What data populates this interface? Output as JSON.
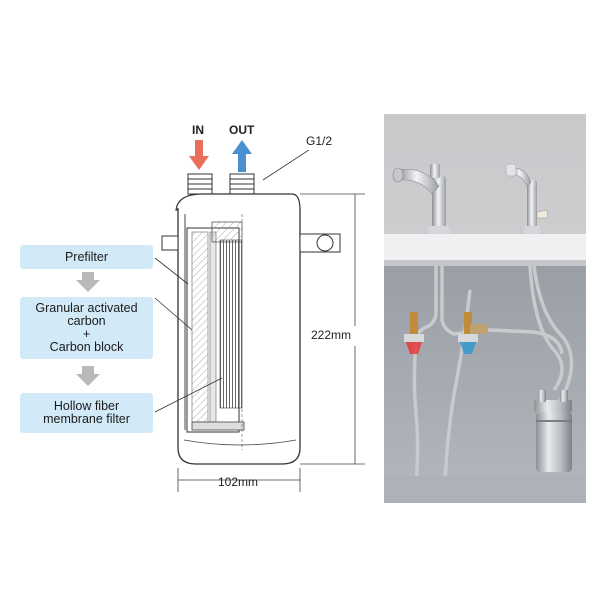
{
  "inlet": {
    "label": "IN",
    "color": "#e8705a"
  },
  "outlet": {
    "label": "OUT",
    "color": "#4a90d0"
  },
  "thread_label": "G1/2",
  "stages": [
    {
      "lines": [
        "Prefilter"
      ]
    },
    {
      "lines": [
        "Granular activated",
        "carbon",
        "+",
        "Carbon block"
      ]
    },
    {
      "lines": [
        "Hollow fiber",
        "membrane filter"
      ]
    }
  ],
  "dimensions": {
    "height": "222mm",
    "width": "102mm"
  },
  "colors": {
    "box_fill": "#d2e9f7",
    "arrow_gray": "#b9b9b9"
  }
}
